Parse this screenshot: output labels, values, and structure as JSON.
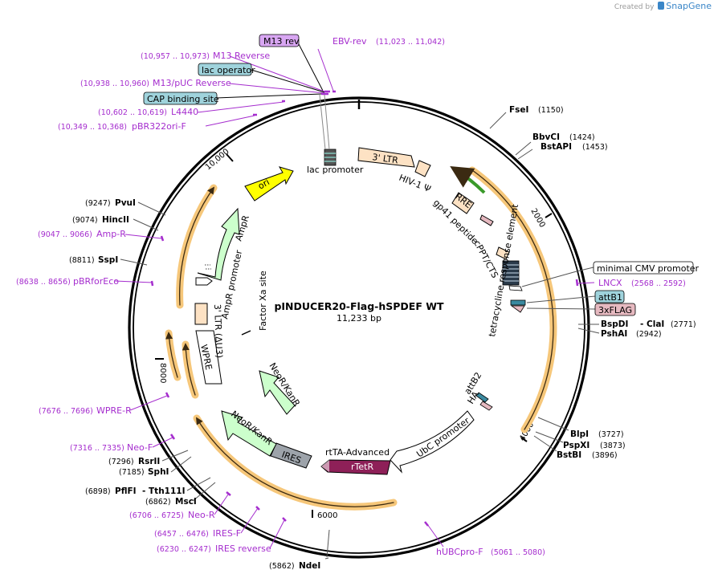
{
  "credit": {
    "prefix": "Created by",
    "brand": "SnapGene"
  },
  "plasmid": {
    "name": "pINDUCER20-Flag-hSPDEF WT",
    "size": "11,233 bp"
  },
  "ticks": [
    "2000",
    "4000",
    "6000",
    "8000",
    "10,000"
  ],
  "sites_right": [
    {
      "name": "FseI",
      "pos": "(1150)"
    },
    {
      "name": "BbvCI",
      "pos": "(1424)"
    },
    {
      "name": "BstAPI",
      "pos": "(1453)"
    },
    {
      "name": "BspDI",
      "sep": "- ClaI",
      "pos": "(2771)"
    },
    {
      "name": "PshAI",
      "pos": "(2942)"
    },
    {
      "name": "BlpI",
      "pos": "(3727)"
    },
    {
      "name": "PspXI",
      "pos": "(3873)"
    },
    {
      "name": "BstBI",
      "pos": "(3896)"
    }
  ],
  "sites_left": [
    {
      "name": "PvuI",
      "pos": "(9247)"
    },
    {
      "name": "HincII",
      "pos": "(9074)"
    },
    {
      "name": "SspI",
      "pos": "(8811)"
    },
    {
      "name": "RsrII",
      "pos": "(7296)"
    },
    {
      "name": "SphI",
      "pos": "(7185)"
    },
    {
      "name": "PflFI",
      "sep": "- Tth111I",
      "pos": "(6898)"
    },
    {
      "name": "MscI",
      "pos": "(6862)"
    },
    {
      "name": "NdeI",
      "pos": "(5862)"
    }
  ],
  "primers_left": [
    {
      "name": "M13 Reverse",
      "pos": "(10,957 .. 10,973)"
    },
    {
      "name": "M13/pUC Reverse",
      "pos": "(10,938 .. 10,960)"
    },
    {
      "name": "L4440",
      "pos": "(10,602 .. 10,619)"
    },
    {
      "name": "pBR322ori-F",
      "pos": "(10,349 .. 10,368)"
    },
    {
      "name": "Amp-R",
      "pos": "(9047 .. 9066)"
    },
    {
      "name": "pBRforEco",
      "pos": "(8638 .. 8656)"
    },
    {
      "name": "WPRE-R",
      "pos": "(7676 .. 7696)"
    },
    {
      "name": "Neo-F",
      "pos": "(7316 .. 7335)"
    },
    {
      "name": "Neo-R",
      "pos": "(6706 .. 6725)"
    },
    {
      "name": "IRES-F",
      "pos": "(6457 .. 6476)"
    },
    {
      "name": "IRES reverse",
      "pos": "(6230 .. 6247)"
    }
  ],
  "primers_other": [
    {
      "name": "EBV-rev",
      "pos": "(11,023 .. 11,042)"
    },
    {
      "name": "LNCX",
      "pos": "(2568 .. 2592)"
    },
    {
      "name": "hUBCpro-F",
      "pos": "(5061 .. 5080)"
    }
  ],
  "boxes": {
    "m13rev": "M13 rev",
    "lacop": "lac operator",
    "cap": "CAP binding site",
    "mincmv": "minimal CMV promoter",
    "attb1": "attB1",
    "flag": "3xFLAG"
  },
  "features": {
    "lac_promoter": "lac promoter",
    "ltr3": "3' LTR",
    "hiv": "HIV-1 Ψ",
    "rre": "RRE",
    "gp41": "gp41 peptide",
    "cppt": "cPPT/CTS",
    "tre": "tetracycline response element",
    "attb2": "attB2",
    "ha": "HA",
    "ubc": "UbC promoter",
    "rtta": "rtTA-Advanced",
    "rtetr": "rTetR",
    "ires": "IRES",
    "neo_inner": "NeoR/KanR",
    "neo_outer": "NeoR/KanR",
    "factor_xa": "Factor Xa site",
    "wpre": "WPRE",
    "ltr3du3": "3' LTR (ΔU3)",
    "ampr_promoter": "AmpR promoter",
    "ampr": "AmpR",
    "ori": "ori"
  },
  "colors": {
    "backbone": "#000000",
    "primer": "#a52dce",
    "orf_highlight": "#f6c77a",
    "ltr_fill": "#fde2c4",
    "ampr_fill": "#ccffcc",
    "ori_fill": "#ffff00",
    "rtetr_fill": "#8e2058",
    "ires_fill": "#9da3aa",
    "box_blue": "#9fd3dc",
    "box_violet": "#d8a6f2",
    "box_pink": "#e6b9c0"
  }
}
